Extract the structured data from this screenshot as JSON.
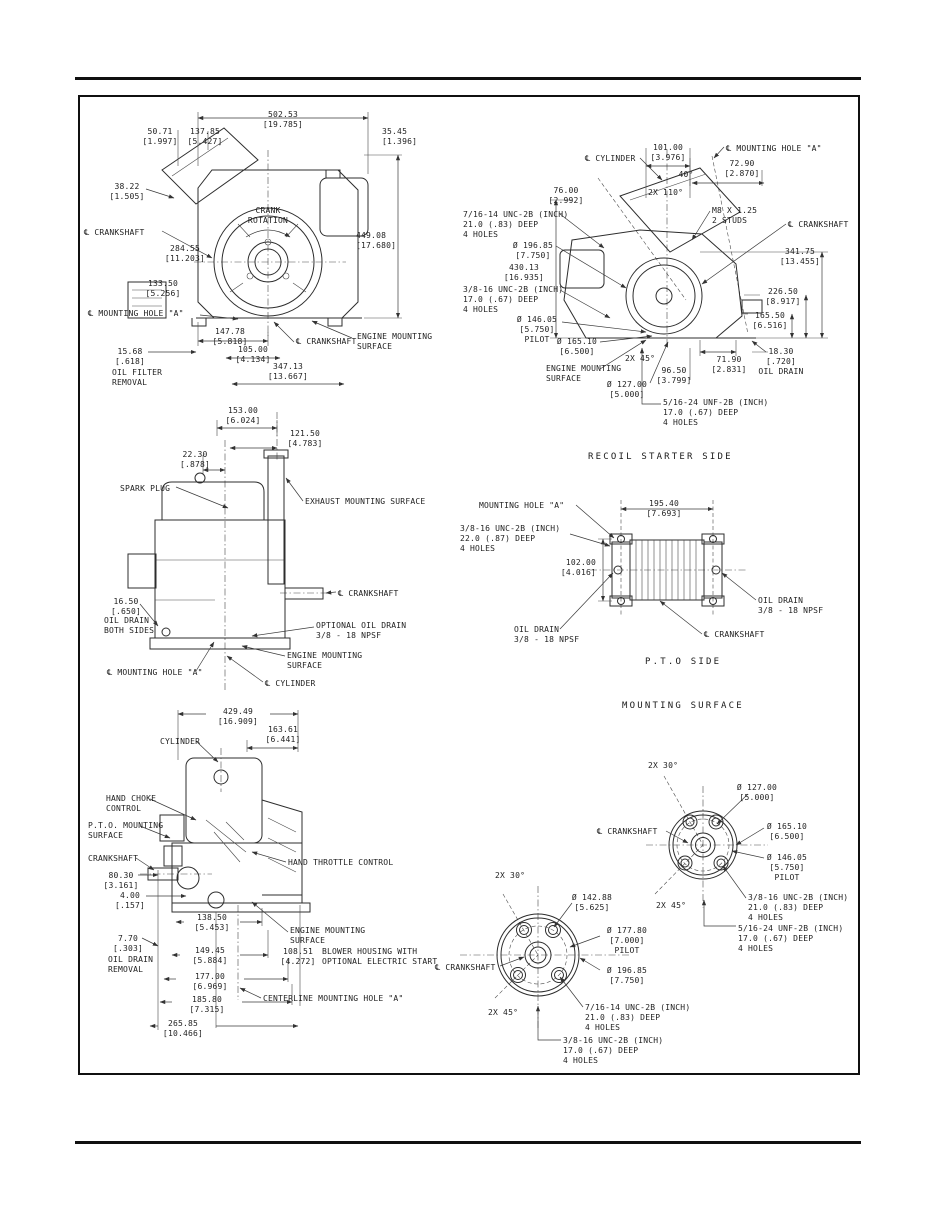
{
  "colors": {
    "ink": "#1c1c1c",
    "background": "#ffffff"
  },
  "front": {
    "labels": [
      "502.53\n[19.785]",
      "50.71\n[1.997]",
      "137.85\n[5.427]",
      "35.45\n[1.396]",
      "38.22\n[1.505]",
      "℄ CRANKSHAFT",
      "284.55\n[11.203]",
      "133.50\n[5.256]",
      "449.08\n[17.680]",
      "CRANK\nROTATION",
      "℄ MOUNTING HOLE \"A\"",
      "147.78\n[5.818]",
      "15.68\n[.618]",
      "OIL FILTER\nREMOVAL",
      "105.00\n[4.134]",
      "℄ CRANKSHAFT",
      "ENGINE MOUNTING\nSURFACE",
      "347.13\n[13.667]"
    ]
  },
  "recoil": {
    "labels": [
      "℄ CYLINDER",
      "101.00\n[3.976]",
      "℄ MOUNTING HOLE \"A\"",
      "40°",
      "72.90\n[2.870]",
      "2X 110°",
      "76.00\n[2.992]",
      "M8 X 1.25\n2 STUDS",
      "℄ CRANKSHAFT",
      "341.75\n[13.455]",
      "7/16-14 UNC-2B (INCH)\n21.0 (.83) DEEP\n4 HOLES",
      "Ø 196.85\n[7.750]",
      "430.13\n[16.935]",
      "3/8-16 UNC-2B (INCH)\n17.0 (.67) DEEP\n4 HOLES",
      "Ø 146.05\n[5.750]\nPILOT",
      "Ø 165.10\n[6.500]",
      "2X 45°",
      "ENGINE MOUNTING\nSURFACE",
      "Ø 127.00\n[5.000]",
      "96.50\n[3.799]",
      "5/16-24 UNF-2B (INCH)\n17.0 (.67) DEEP\n4 HOLES",
      "226.50\n[8.917]",
      "165.50\n[6.516]",
      "18.30\n[.720]\nOIL DRAIN",
      "71.90\n[2.831]",
      "RECOIL STARTER SIDE"
    ]
  },
  "side": {
    "labels": [
      "153.00\n[6.024]",
      "121.50\n[4.783]",
      "22.30\n[.878]",
      "SPARK PLUG",
      "EXHAUST MOUNTING SURFACE",
      "℄ CRANKSHAFT",
      "16.50\n[.650]",
      "OIL DRAIN\nBOTH SIDES",
      "OPTIONAL OIL DRAIN\n3/8 - 18 NPSF",
      "ENGINE MOUNTING\nSURFACE",
      "℄ MOUNTING HOLE \"A\"",
      "℄ CYLINDER"
    ]
  },
  "pto": {
    "labels": [
      "MOUNTING HOLE \"A\"",
      "195.40\n[7.693]",
      "3/8-16 UNC-2B (INCH)\n22.0 (.87) DEEP\n4 HOLES",
      "102.00\n[4.016]",
      "OIL DRAIN\n3/8 - 18 NPSF",
      "OIL DRAIN\n3/8 - 18 NPSF",
      "℄ CRANKSHAFT",
      "P.T.O SIDE",
      "MOUNTING SURFACE"
    ]
  },
  "side2": {
    "labels": [
      "429.49\n[16.909]",
      "CYLINDER",
      "163.61\n[6.441]",
      "HAND CHOKE\nCONTROL",
      "P.T.O. MOUNTING\nSURFACE",
      "CRANKSHAFT",
      "HAND THROTTLE CONTROL",
      "80.30\n[3.161]",
      "4.00\n[.157]",
      "138.50\n[5.453]",
      "7.70\n[.303]",
      "OIL DRAIN\nREMOVAL",
      "149.45\n[5.884]",
      "ENGINE MOUNTING\nSURFACE",
      "108.51\n[4.272]",
      "BLOWER HOUSING WITH\nOPTIONAL ELECTRIC START",
      "177.00\n[6.969]",
      "CENTERLINE MOUNTING HOLE \"A\"",
      "185.80\n[7.315]",
      "265.85\n[10.466]"
    ]
  },
  "circleA": {
    "labels": [
      "2X 30°",
      "Ø 127.00\n[5.000]",
      "℄ CRANKSHAFT",
      "Ø 165.10\n[6.500]",
      "Ø 146.05\n[5.750]\nPILOT",
      "2X 45°",
      "3/8-16 UNC-2B (INCH)\n21.0 (.83) DEEP\n4 HOLES",
      "5/16-24 UNF-2B (INCH)\n17.0 (.67) DEEP\n4 HOLES"
    ]
  },
  "circleB": {
    "labels": [
      "2X 30°",
      "Ø 142.88\n[5.625]",
      "Ø 177.80\n[7.000]\nPILOT",
      "℄ CRANKSHAFT",
      "Ø 196.85\n[7.750]",
      "2X 45°",
      "7/16-14 UNC-2B (INCH)\n21.0 (.83) DEEP\n4 HOLES",
      "3/8-16 UNC-2B (INCH)\n17.0 (.67) DEEP\n4 HOLES"
    ]
  }
}
